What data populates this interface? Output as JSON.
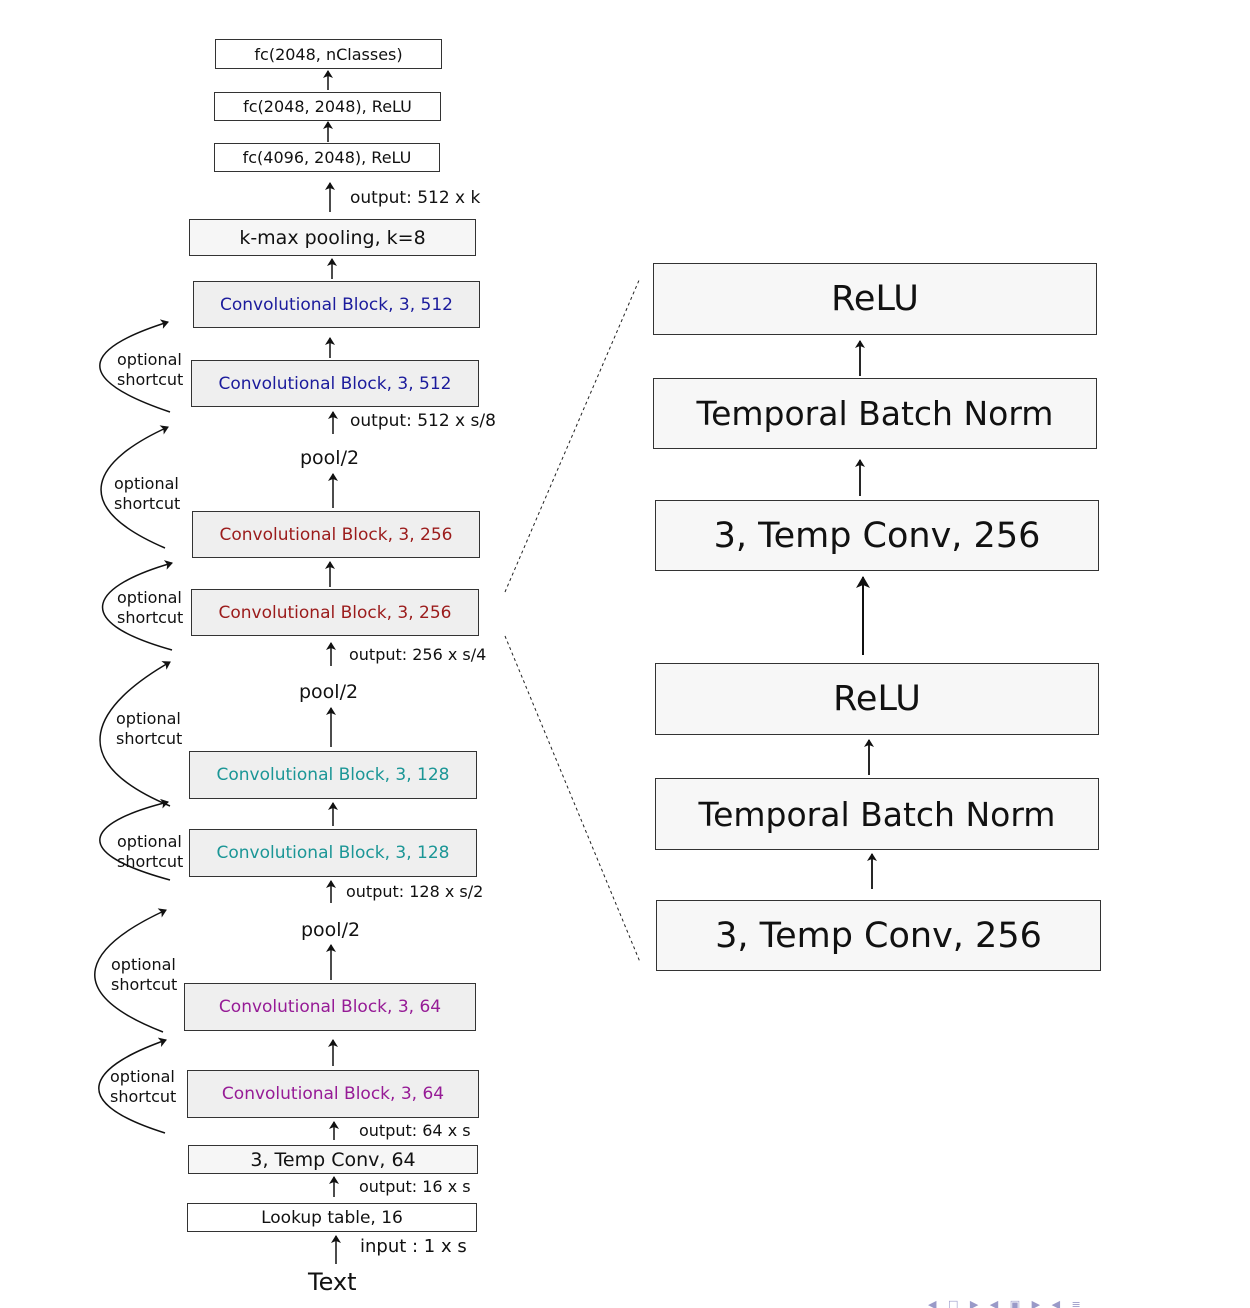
{
  "network": {
    "fc_layers": [
      "fc(2048, nClasses)",
      "fc(2048, 2048), ReLU",
      "fc(4096, 2048), ReLU"
    ],
    "kmax": "k-max pooling, k=8",
    "conv_blocks": [
      {
        "label": "Convolutional Block, 3, 512",
        "color": "#1b1b9c"
      },
      {
        "label": "Convolutional Block, 3, 512",
        "color": "#1b1b9c"
      },
      {
        "label": "Convolutional Block, 3, 256",
        "color": "#9b1b1b"
      },
      {
        "label": "Convolutional Block, 3, 256",
        "color": "#9b1b1b"
      },
      {
        "label": "Convolutional Block, 3, 128",
        "color": "#1b9696"
      },
      {
        "label": "Convolutional Block, 3, 128",
        "color": "#1b9696"
      },
      {
        "label": "Convolutional Block, 3, 64",
        "color": "#961b96"
      },
      {
        "label": "Convolutional Block, 3, 64",
        "color": "#961b96"
      }
    ],
    "temp_conv": "3, Temp Conv, 64",
    "lookup": "Lookup table, 16",
    "input_text": "Text",
    "outputs": {
      "o512k": "output: 512 x k",
      "o512s8": "output: 512 x s/8",
      "o256s4": "output: 256 x s/4",
      "o128s2": "output: 128 x s/2",
      "o64s": "output: 64 x s",
      "o16s": "output: 16 x s",
      "input": "input :  1 x s"
    },
    "pool": "pool/2",
    "shortcut": [
      "optional",
      "shortcut"
    ]
  },
  "detail": {
    "layers": [
      "ReLU",
      "Temporal Batch Norm",
      "3, Temp Conv, 256",
      "ReLU",
      "Temporal Batch Norm",
      "3, Temp Conv, 256"
    ]
  }
}
